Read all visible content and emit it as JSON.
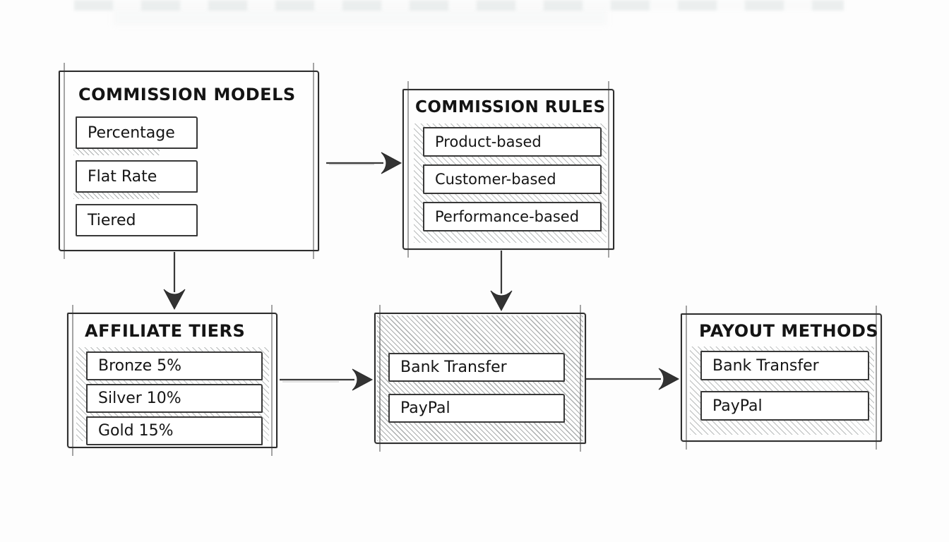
{
  "diagram": {
    "boxes": {
      "commission_models": {
        "title": "COMMISSION MODELS",
        "items": [
          "Percentage",
          "Flat Rate",
          "Tiered"
        ]
      },
      "commission_rules": {
        "title": "COMMISSION RULES",
        "items": [
          "Product-based",
          "Customer-based",
          "Performance-based"
        ]
      },
      "affiliate_tiers": {
        "title": "AFFILIATE TIERS",
        "items": [
          "Bronze 5%",
          "Silver 10%",
          "Gold 15%"
        ]
      },
      "payout_options": {
        "items": [
          "Bank Transfer",
          "PayPal"
        ]
      },
      "payout_methods": {
        "title": "PAYOUT METHODS",
        "items": [
          "Bank Transfer",
          "PayPal"
        ]
      }
    },
    "connections": [
      {
        "from": "commission_models",
        "to": "commission_rules",
        "direction": "right"
      },
      {
        "from": "commission_models",
        "to": "affiliate_tiers",
        "direction": "down"
      },
      {
        "from": "commission_rules",
        "to": "payout_options",
        "direction": "down"
      },
      {
        "from": "affiliate_tiers",
        "to": "payout_options",
        "direction": "right"
      },
      {
        "from": "payout_options",
        "to": "payout_methods",
        "direction": "right"
      }
    ],
    "style": {
      "ink": "#2e2e2e",
      "hatch_gray": "#8f9797",
      "background": "#fdfdfd"
    }
  }
}
